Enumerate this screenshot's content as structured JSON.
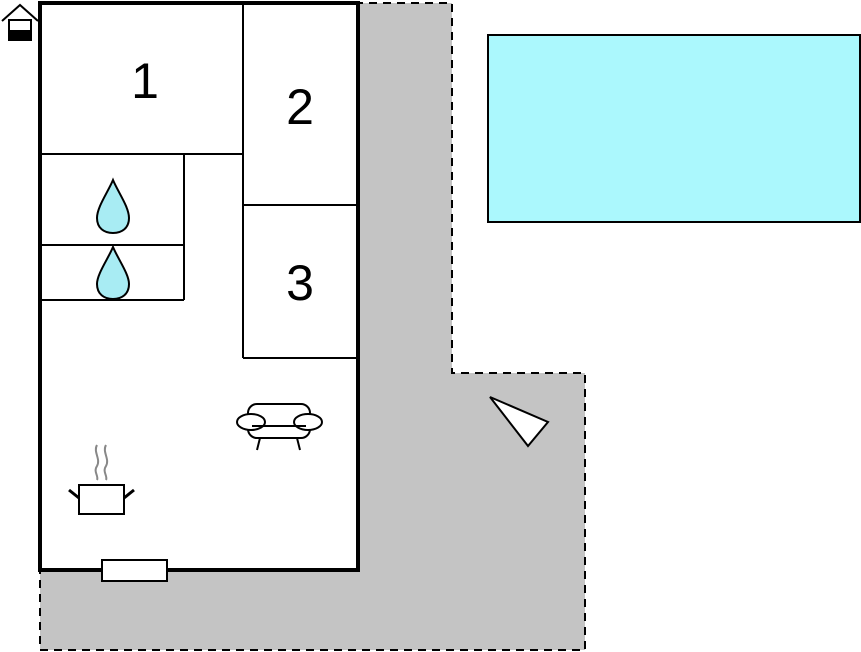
{
  "floorplan": {
    "rooms": [
      {
        "id": "room-1",
        "label": "1"
      },
      {
        "id": "room-2",
        "label": "2"
      },
      {
        "id": "room-3",
        "label": "3"
      }
    ],
    "icons": [
      "house-entrance-icon",
      "water-drop-icon",
      "water-drop-icon",
      "sofa-icon",
      "cooking-pot-icon",
      "compass-north-icon"
    ],
    "colors": {
      "terrace": "#c4c4c4",
      "pool": "#abf8fd",
      "wall": "#000000",
      "water_drop": "#a8ecf3",
      "interior": "#ffffff"
    }
  }
}
